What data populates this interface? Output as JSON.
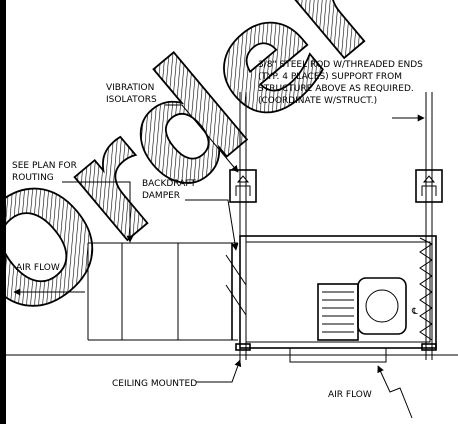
{
  "labels": {
    "rod_note": [
      "3/8\" STEEL ROD W/THREADED ENDS",
      "(TYP. 4 PLACES) SUPPORT FROM",
      "STRUCTURE ABOVE AS REQUIRED.",
      "(COORDINATE W/STRUCT.)"
    ],
    "vibration": [
      "VIBRATION",
      "ISOLATORS"
    ],
    "see_plan": [
      "SEE PLAN FOR",
      "ROUTING"
    ],
    "backdraft": [
      "BACKDRAFT",
      "DAMPER"
    ],
    "air_flow_left": "AIR FLOW",
    "air_flow_bottom": "AIR FLOW",
    "ceiling_mounted": "CEILING MOUNTED",
    "centerline_mark": "℄"
  },
  "watermark": "Order",
  "colors": {
    "ink": "#000000",
    "background": "#ffffff",
    "watermark_hatch": "#000000"
  }
}
